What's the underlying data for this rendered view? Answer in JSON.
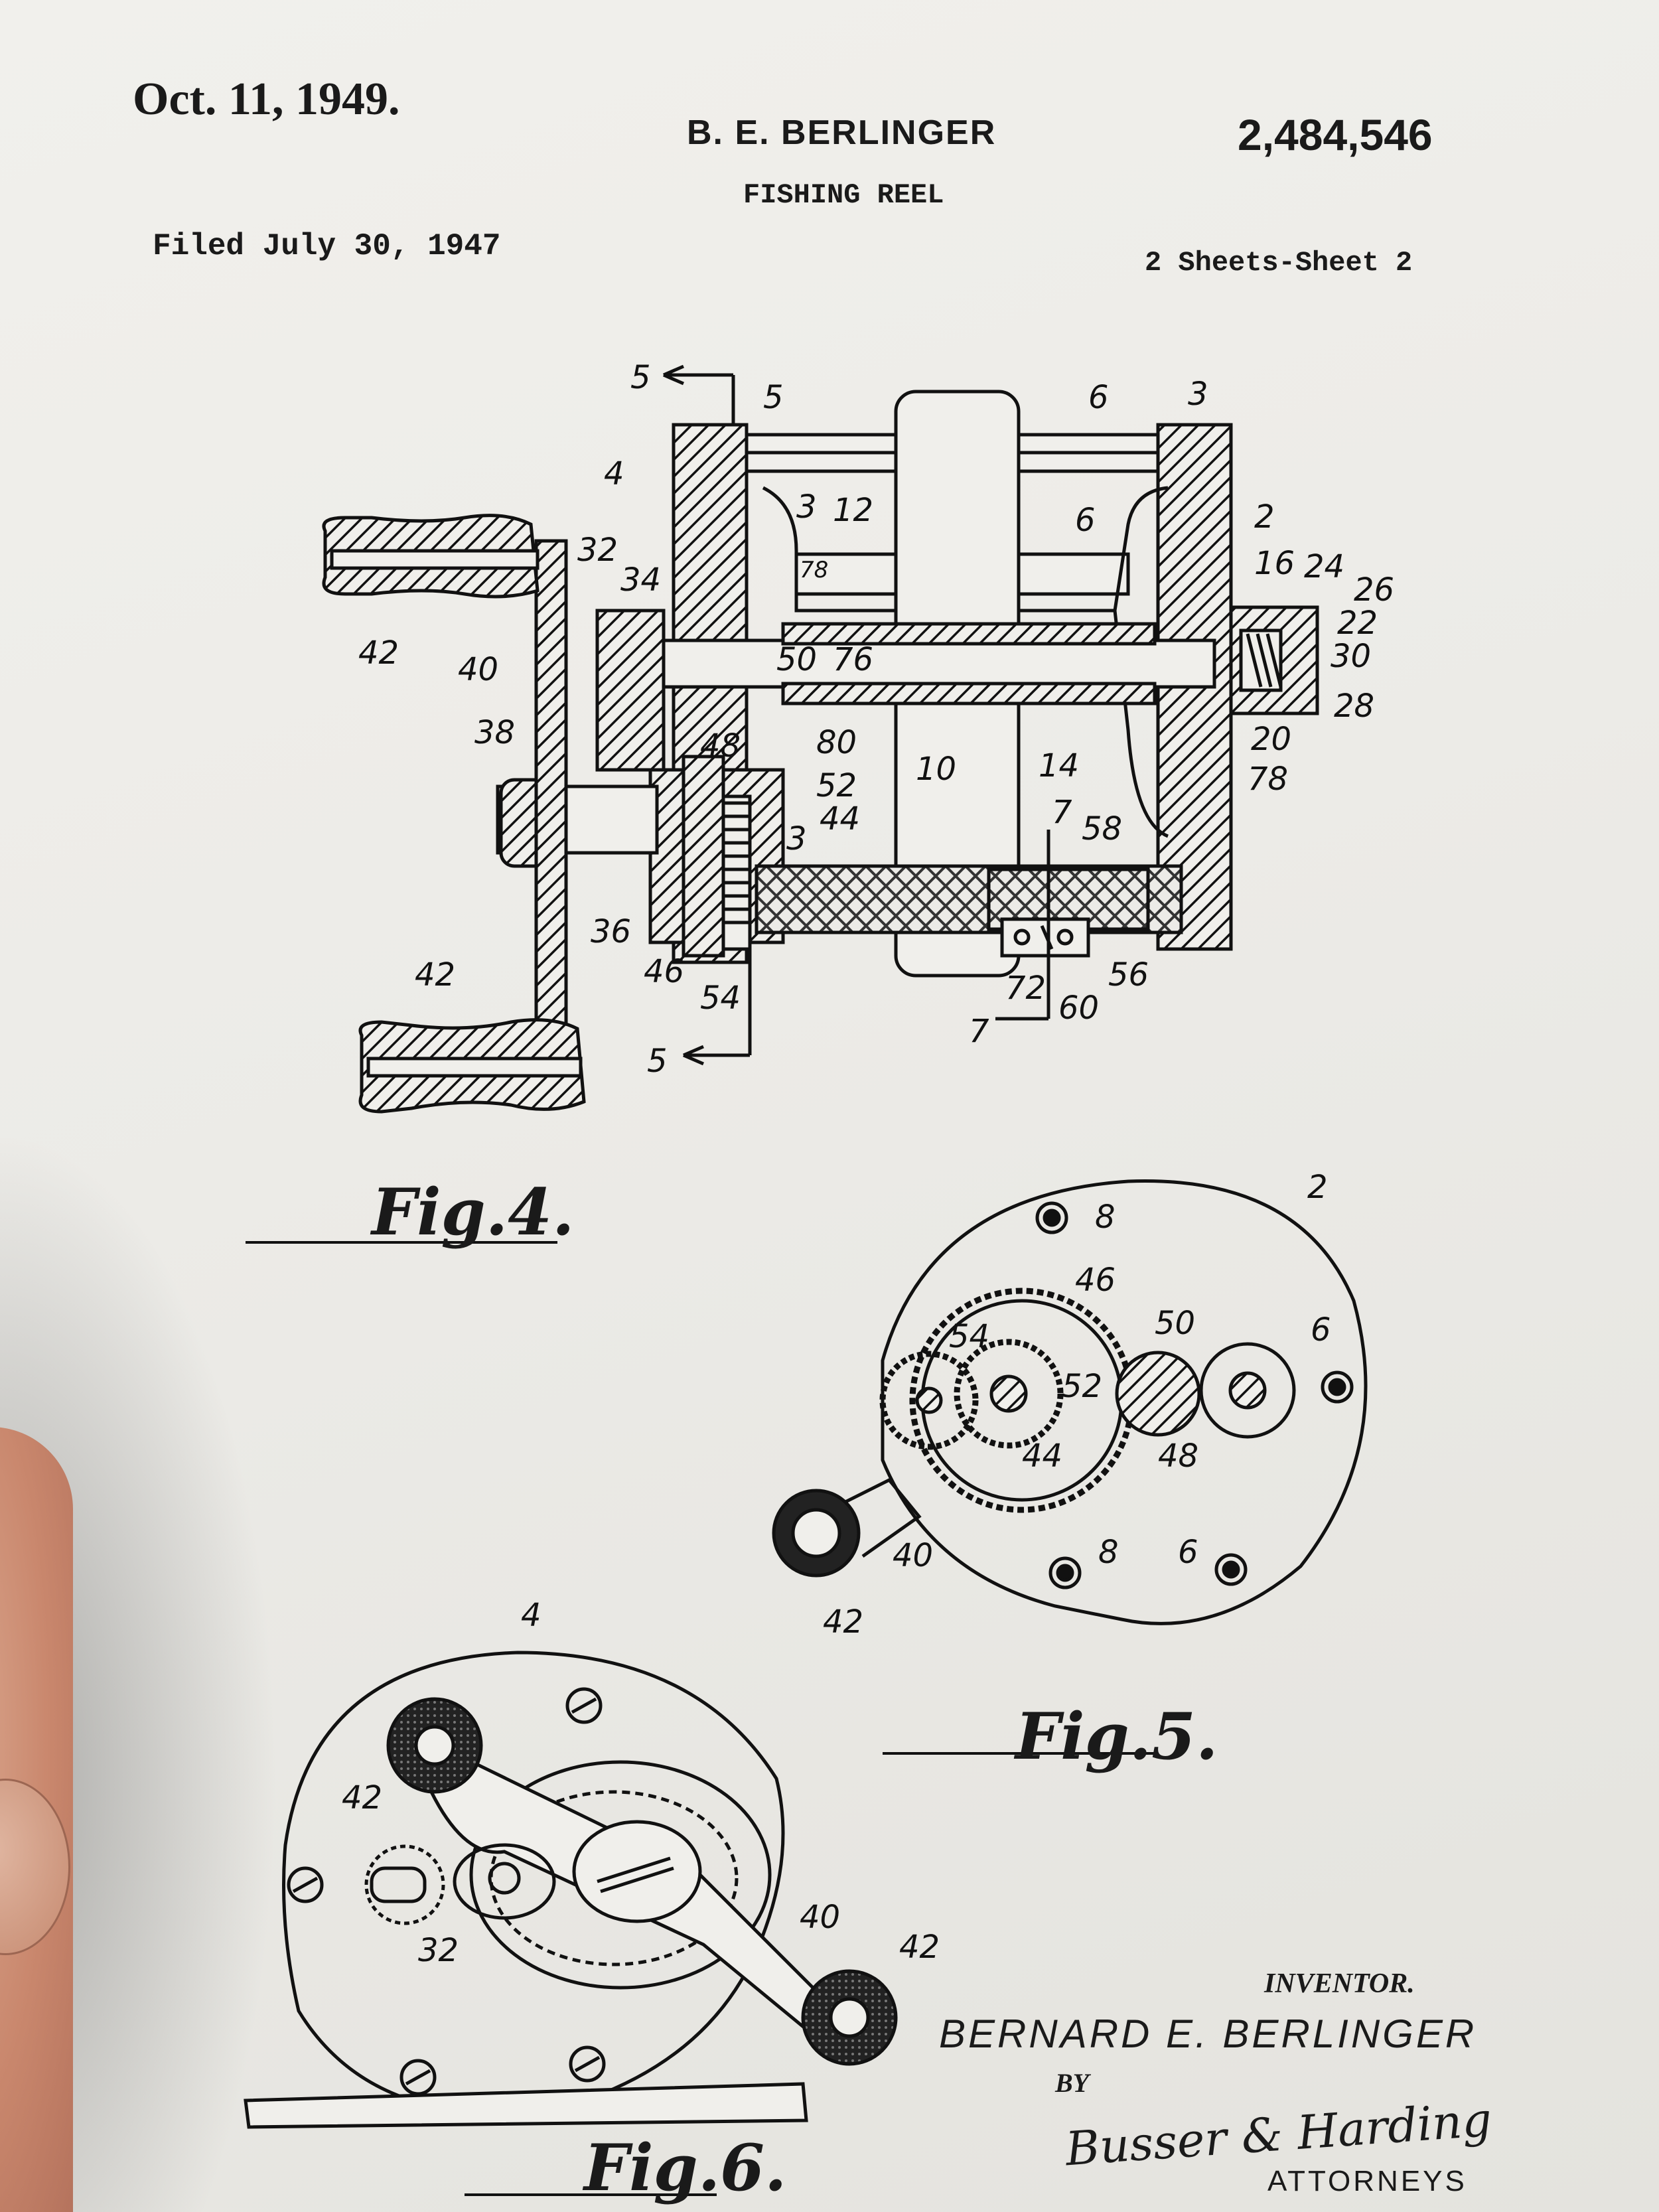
{
  "header": {
    "date": "Oct. 11, 1949.",
    "inventor_name": "B. E. BERLINGER",
    "patent_number": "2,484,546",
    "title": "FISHING REEL",
    "filed": "Filed July 30, 1947",
    "sheets": "2 Sheets-Sheet 2"
  },
  "figures": {
    "fig4": {
      "caption": "Fig.4.",
      "labels": [
        "5",
        "5",
        "6",
        "3",
        "4",
        "3",
        "12",
        "6",
        "2",
        "16",
        "24",
        "26",
        "22",
        "30",
        "28",
        "20",
        "78",
        "32",
        "34",
        "78",
        "42",
        "40",
        "50",
        "76",
        "38",
        "48",
        "80",
        "10",
        "14",
        "52",
        "44",
        "3",
        "7",
        "58",
        "36",
        "46",
        "54",
        "72",
        "60",
        "56",
        "42",
        "5",
        "7"
      ]
    },
    "fig5": {
      "caption": "Fig.5.",
      "labels": [
        "2",
        "8",
        "46",
        "50",
        "54",
        "52",
        "6",
        "44",
        "48",
        "40",
        "8",
        "6",
        "42"
      ]
    },
    "fig6": {
      "caption": "Fig.6.",
      "labels": [
        "4",
        "42",
        "32",
        "40",
        "42"
      ]
    }
  },
  "signature": {
    "inventor_label": "INVENTOR.",
    "inventor_full_name": "BERNARD E. BERLINGER",
    "by_label": "BY",
    "attorney_signature": "Busser & Harding",
    "attorneys_label": "ATTORNEYS"
  }
}
